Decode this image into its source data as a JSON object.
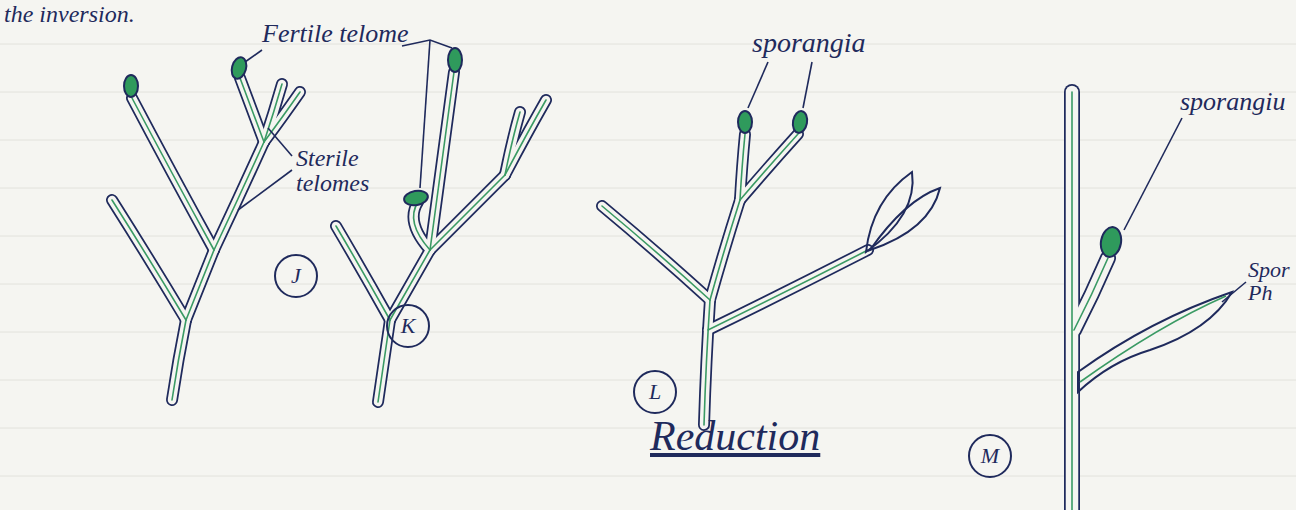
{
  "diagram": {
    "caption": "Reduction",
    "nodes": [
      {
        "text": [
          "J"
        ]
      },
      {
        "text": [
          "K"
        ]
      },
      {
        "text": [
          "L"
        ]
      },
      {
        "text": [
          "M"
        ]
      }
    ],
    "labels": [
      "the inversion.",
      "Fertile telome",
      "Sterile telomes",
      "sporangia",
      "sporangiu",
      "Spor Ph"
    ]
  }
}
